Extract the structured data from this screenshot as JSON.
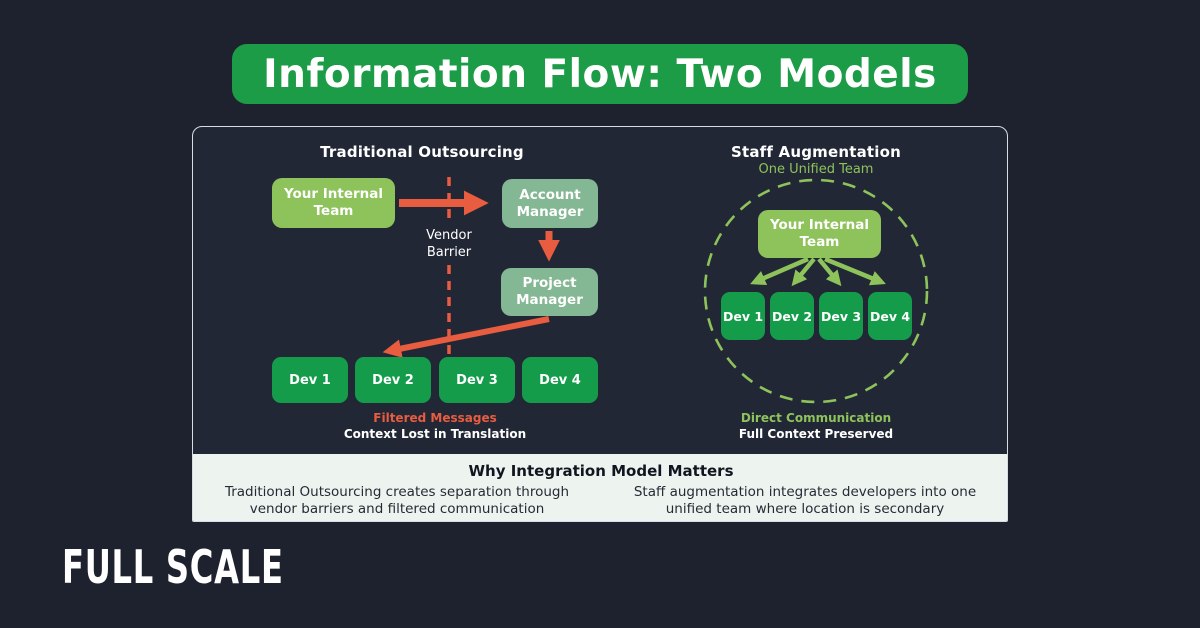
{
  "title": "Information Flow: Two Models",
  "left_model": {
    "heading": "Traditional Outsourcing",
    "internal_team": "Your Internal Team",
    "account_manager": "Account Manager",
    "project_manager": "Project Manager",
    "devs": [
      "Dev 1",
      "Dev 2",
      "Dev 3",
      "Dev 4"
    ],
    "barrier_label": "Vendor Barrier",
    "caption_accent": "Filtered Messages",
    "caption": "Context Lost in Translation"
  },
  "right_model": {
    "heading": "Staff Augmentation",
    "subheading": "One Unified Team",
    "internal_team": "Your Internal Team",
    "devs": [
      "Dev 1",
      "Dev 2",
      "Dev 3",
      "Dev 4"
    ],
    "caption_accent": "Direct Communication",
    "caption": "Full Context Preserved"
  },
  "footer": {
    "heading": "Why Integration Model Matters",
    "left_text": "Traditional Outsourcing creates separation through vendor barriers and filtered communication",
    "right_text": "Staff augmentation integrates developers into one unified team where location is secondary"
  },
  "brand": {
    "logo_text": "FULL SCALE"
  },
  "colors": {
    "background": "#1E222E",
    "panel_background": "#222735",
    "banner_green": "#1C9C47",
    "dev_green": "#149C4B",
    "light_green": "#8EC35C",
    "sage_green": "#84B793",
    "accent_orange": "#E85C3F",
    "footer_background": "#EDF4F0"
  }
}
